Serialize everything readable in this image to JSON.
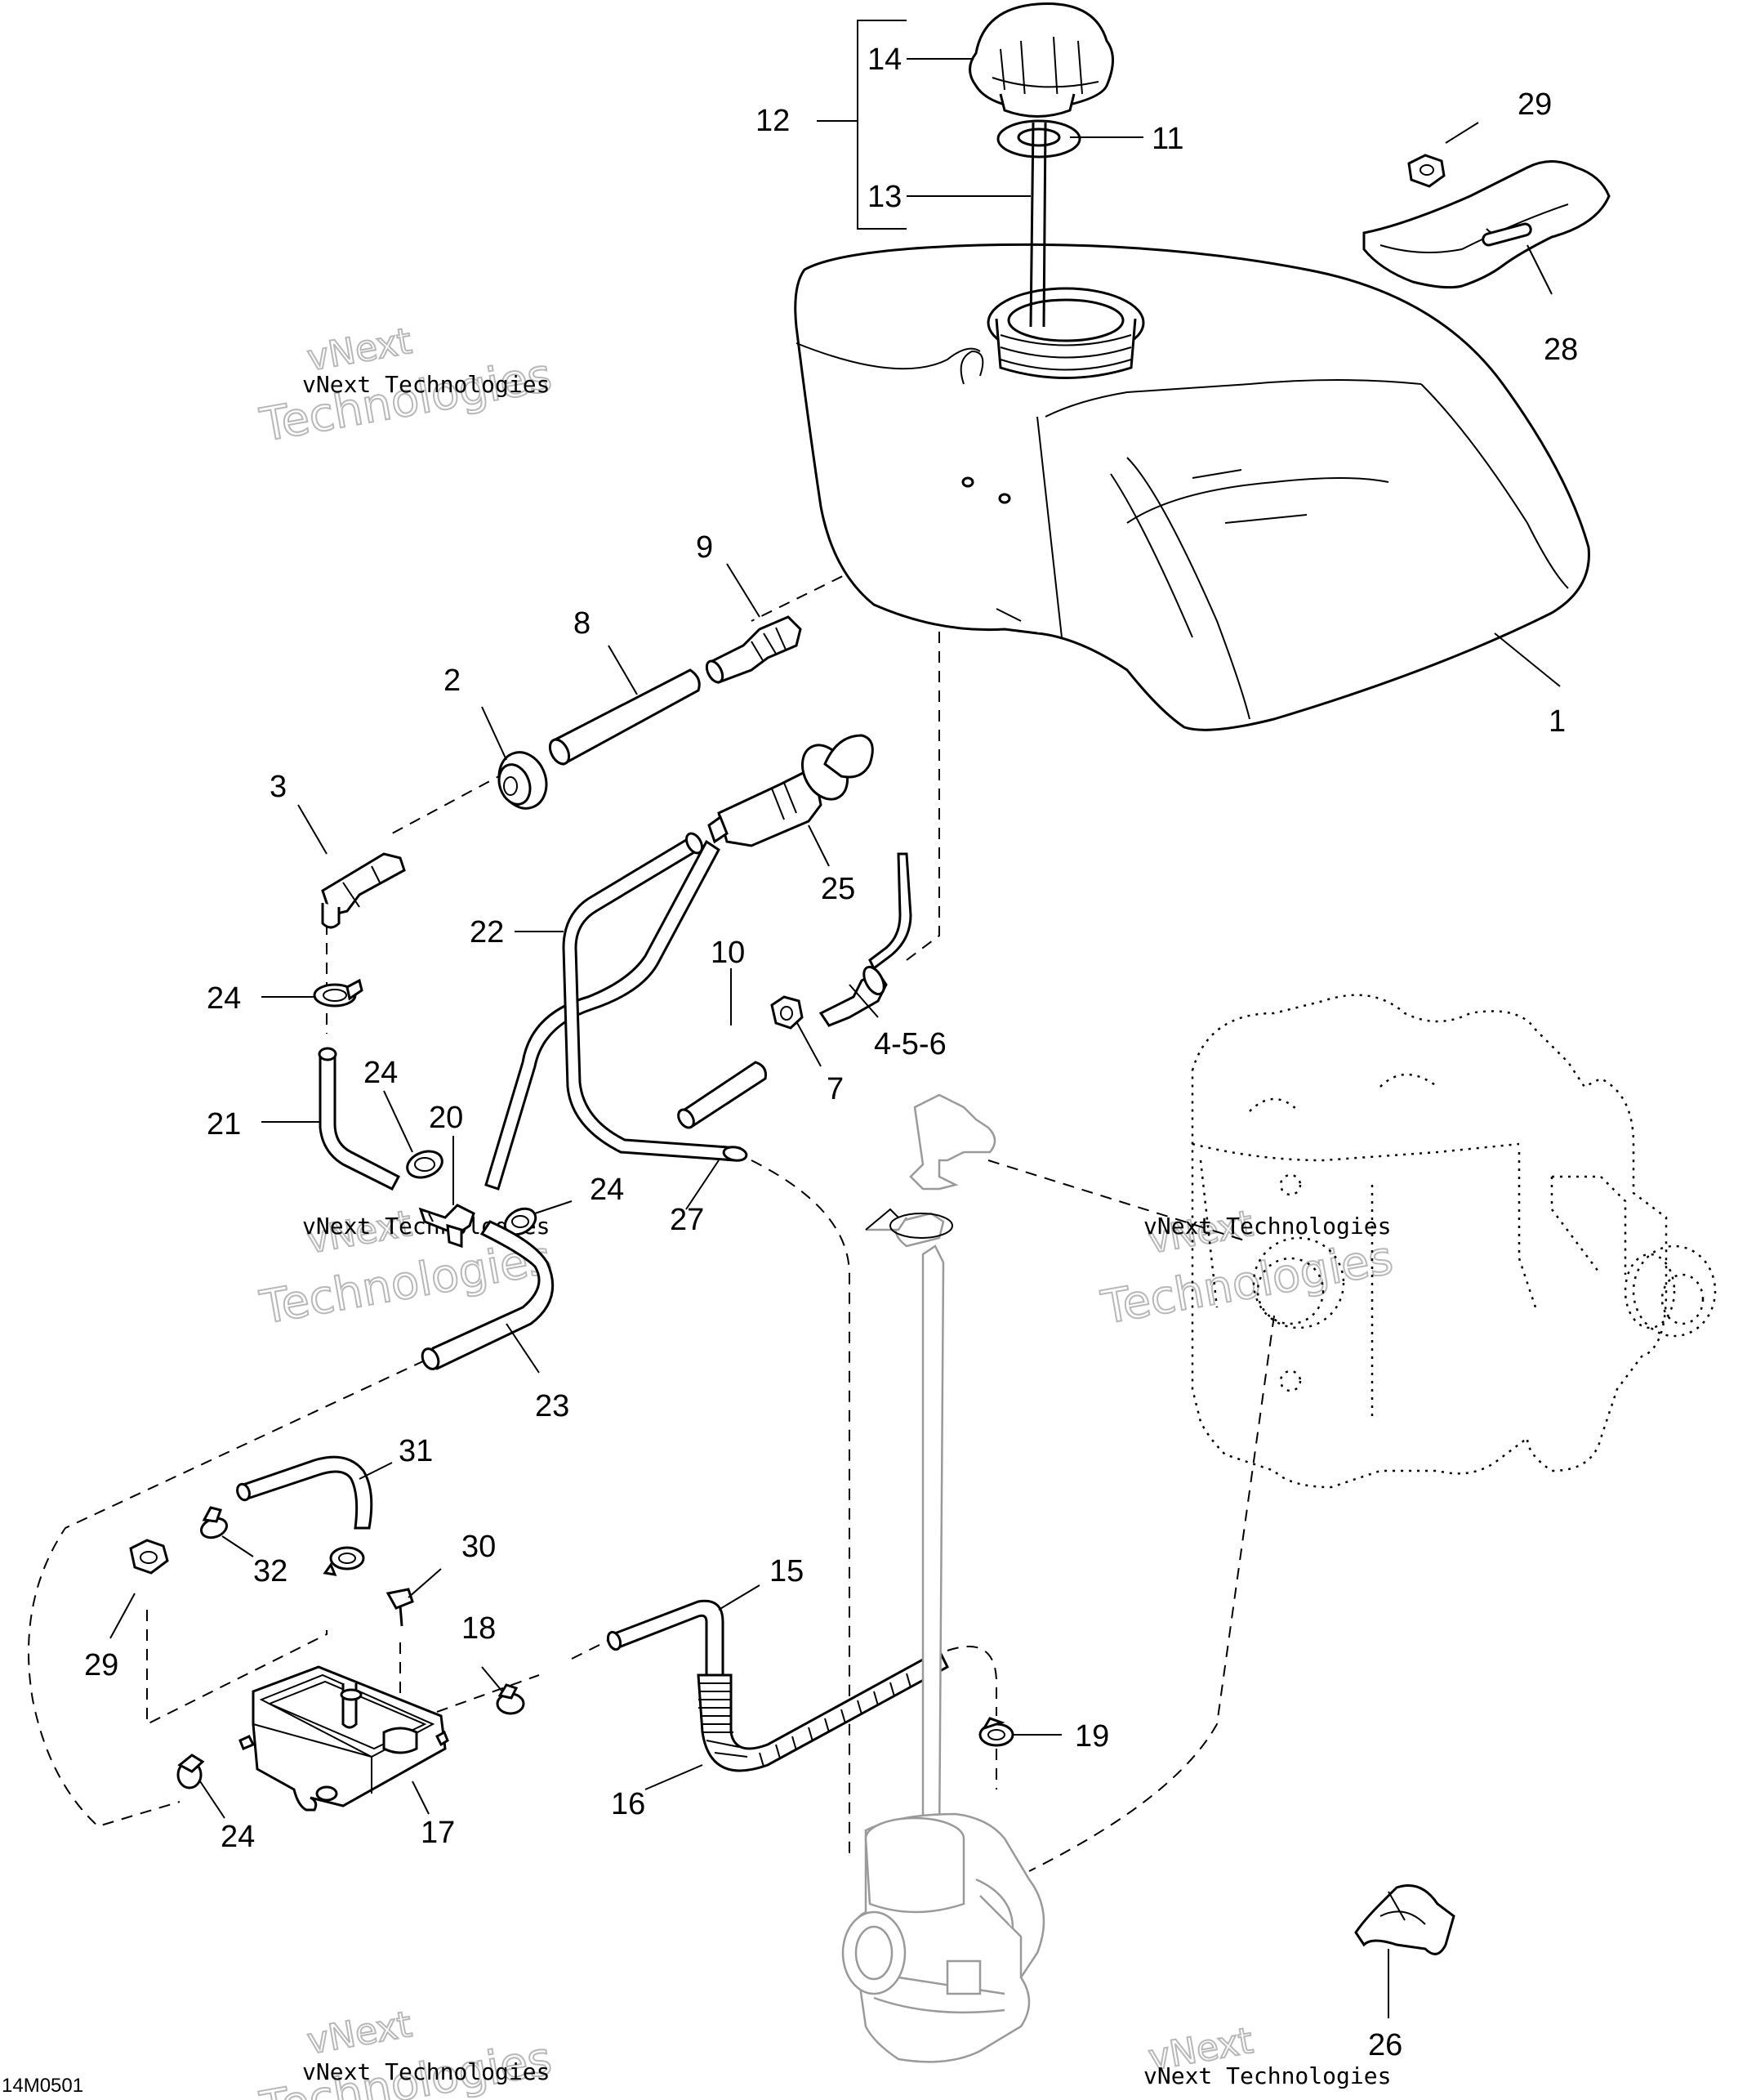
{
  "diagram": {
    "drawing_code": "14M0501",
    "watermark": {
      "line1": "vNext Technologies",
      "line2": "vNext",
      "line3": "Technologies"
    },
    "callouts": [
      {
        "id": "c1",
        "text": "1"
      },
      {
        "id": "c2",
        "text": "2"
      },
      {
        "id": "c3",
        "text": "3"
      },
      {
        "id": "c456",
        "text": "4-5-6"
      },
      {
        "id": "c7",
        "text": "7"
      },
      {
        "id": "c8",
        "text": "8"
      },
      {
        "id": "c9",
        "text": "9"
      },
      {
        "id": "c10",
        "text": "10"
      },
      {
        "id": "c11",
        "text": "11"
      },
      {
        "id": "c12",
        "text": "12"
      },
      {
        "id": "c13",
        "text": "13"
      },
      {
        "id": "c14",
        "text": "14"
      },
      {
        "id": "c15",
        "text": "15"
      },
      {
        "id": "c16",
        "text": "16"
      },
      {
        "id": "c17",
        "text": "17"
      },
      {
        "id": "c18",
        "text": "18"
      },
      {
        "id": "c19",
        "text": "19"
      },
      {
        "id": "c20",
        "text": "20"
      },
      {
        "id": "c21",
        "text": "21"
      },
      {
        "id": "c22",
        "text": "22"
      },
      {
        "id": "c23",
        "text": "23"
      },
      {
        "id": "c24a",
        "text": "24"
      },
      {
        "id": "c24b",
        "text": "24"
      },
      {
        "id": "c24c",
        "text": "24"
      },
      {
        "id": "c24d",
        "text": "24"
      },
      {
        "id": "c25",
        "text": "25"
      },
      {
        "id": "c26",
        "text": "26"
      },
      {
        "id": "c27",
        "text": "27"
      },
      {
        "id": "c28",
        "text": "28"
      },
      {
        "id": "c29a",
        "text": "29"
      },
      {
        "id": "c29b",
        "text": "29"
      },
      {
        "id": "c30",
        "text": "30"
      },
      {
        "id": "c31",
        "text": "31"
      },
      {
        "id": "c32",
        "text": "32"
      }
    ]
  }
}
